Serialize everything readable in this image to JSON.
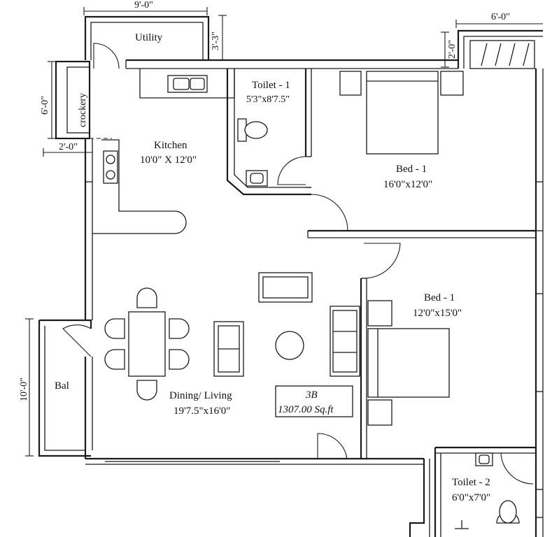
{
  "unit": {
    "name": "3B",
    "area": "1307.00 Sq.ft"
  },
  "rooms": {
    "utility": {
      "name": "Utility"
    },
    "crockery": {
      "name": "crockery"
    },
    "kitchen": {
      "name": "Kitchen",
      "size": "10'0\" X 12'0\""
    },
    "toilet1": {
      "name": "Toilet - 1",
      "size": "5'3\"x8'7.5\""
    },
    "bed1_top": {
      "name": "Bed - 1",
      "size": "16'0\"x12'0\""
    },
    "bed1_bottom": {
      "name": "Bed - 1",
      "size": "12'0\"x15'0\""
    },
    "dining": {
      "name": "Dining/ Living",
      "size": "19'7.5\"x16'0\""
    },
    "balcony": {
      "name": "Bal"
    },
    "toilet2": {
      "name": "Toilet - 2",
      "size": "6'0\"x7'0\""
    }
  },
  "dimensions": {
    "utility_width": "9'-0\"",
    "utility_depth": "3'-3\"",
    "right_balcony_width": "6'-0\"",
    "right_balcony_depth": "2'-0\"",
    "crockery_height": "6'-0\"",
    "crockery_depth": "2'-0\"",
    "balcony_height": "10'-0\""
  }
}
